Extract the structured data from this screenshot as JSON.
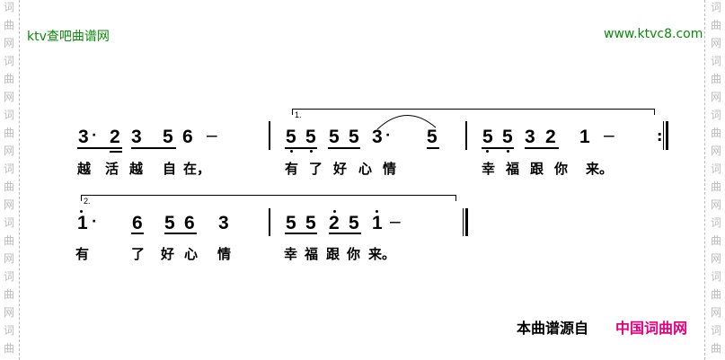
{
  "watermark": "词曲网",
  "watermark_chars": [
    "词",
    "曲",
    "网"
  ],
  "header": {
    "left": "ktv查吧曲谱网",
    "right": "www.ktvc8.com"
  },
  "line1": {
    "notes": [
      "3",
      "·",
      "2",
      "3",
      "5",
      "6",
      "–",
      "5",
      "5",
      "5",
      "5",
      "3",
      "·",
      "5",
      "5",
      "5",
      "3",
      "2",
      "1",
      "–"
    ],
    "lyrics": [
      "越",
      "活",
      "越",
      "自",
      "在，",
      "有",
      "了",
      "好",
      "心",
      "情",
      "幸",
      "福",
      "跟",
      "你",
      "来。"
    ],
    "volta": "1.",
    "repeat": ":"
  },
  "line2": {
    "notes": [
      "1",
      "·",
      "6",
      "5",
      "6",
      "3",
      "5",
      "5",
      "2",
      "5",
      "1",
      "–"
    ],
    "lyrics": [
      "有",
      "了",
      "好",
      "心",
      "情",
      "幸",
      "福",
      "跟",
      "你",
      "来。"
    ],
    "volta": "2."
  },
  "footer": {
    "source_label": "本曲谱源自",
    "source_site": "中国词曲网"
  },
  "colors": {
    "header": "#0a8a0a",
    "site": "#e6007e",
    "watermark": "#bbbbbb"
  }
}
